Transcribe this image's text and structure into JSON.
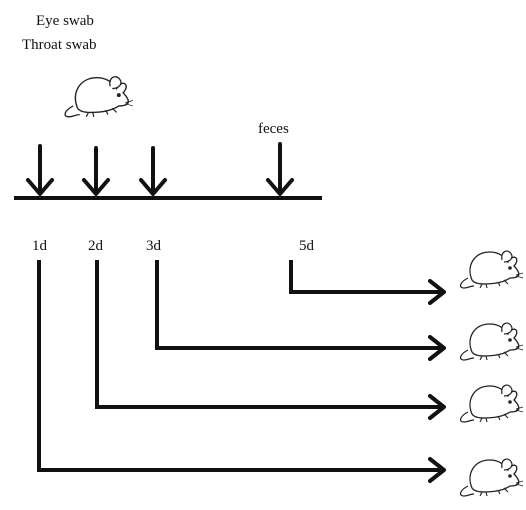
{
  "sample_labels": {
    "eye_swab": "Eye swab",
    "throat_swab": "Throat swab",
    "feces": "feces"
  },
  "day_labels": [
    "1d",
    "2d",
    "3d",
    "5d"
  ],
  "icons": {
    "donor": "mouse-icon",
    "recipient": "mouse-icon"
  },
  "colors": {
    "line": "#111111",
    "background": "#ffffff"
  }
}
